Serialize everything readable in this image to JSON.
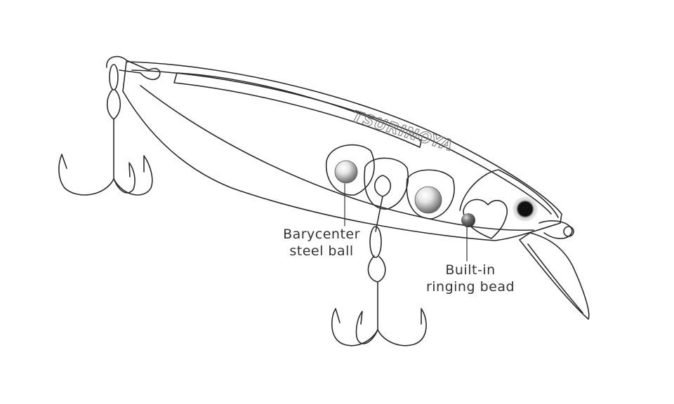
{
  "brand": {
    "logo_text": "TSURINOYA"
  },
  "labels": {
    "steel_ball": {
      "line1": "Barycenter",
      "line2": "steel ball"
    },
    "ringing_bead": {
      "line1": "Built-in",
      "line2": "ringing bead"
    }
  },
  "colors": {
    "outline": "#2b2b2b",
    "text": "#333333",
    "eye": "#111111",
    "steel_ball_light": "#ffffff",
    "steel_ball_dark": "#6a6a6a",
    "bead_dark": "#3a3a3a"
  }
}
